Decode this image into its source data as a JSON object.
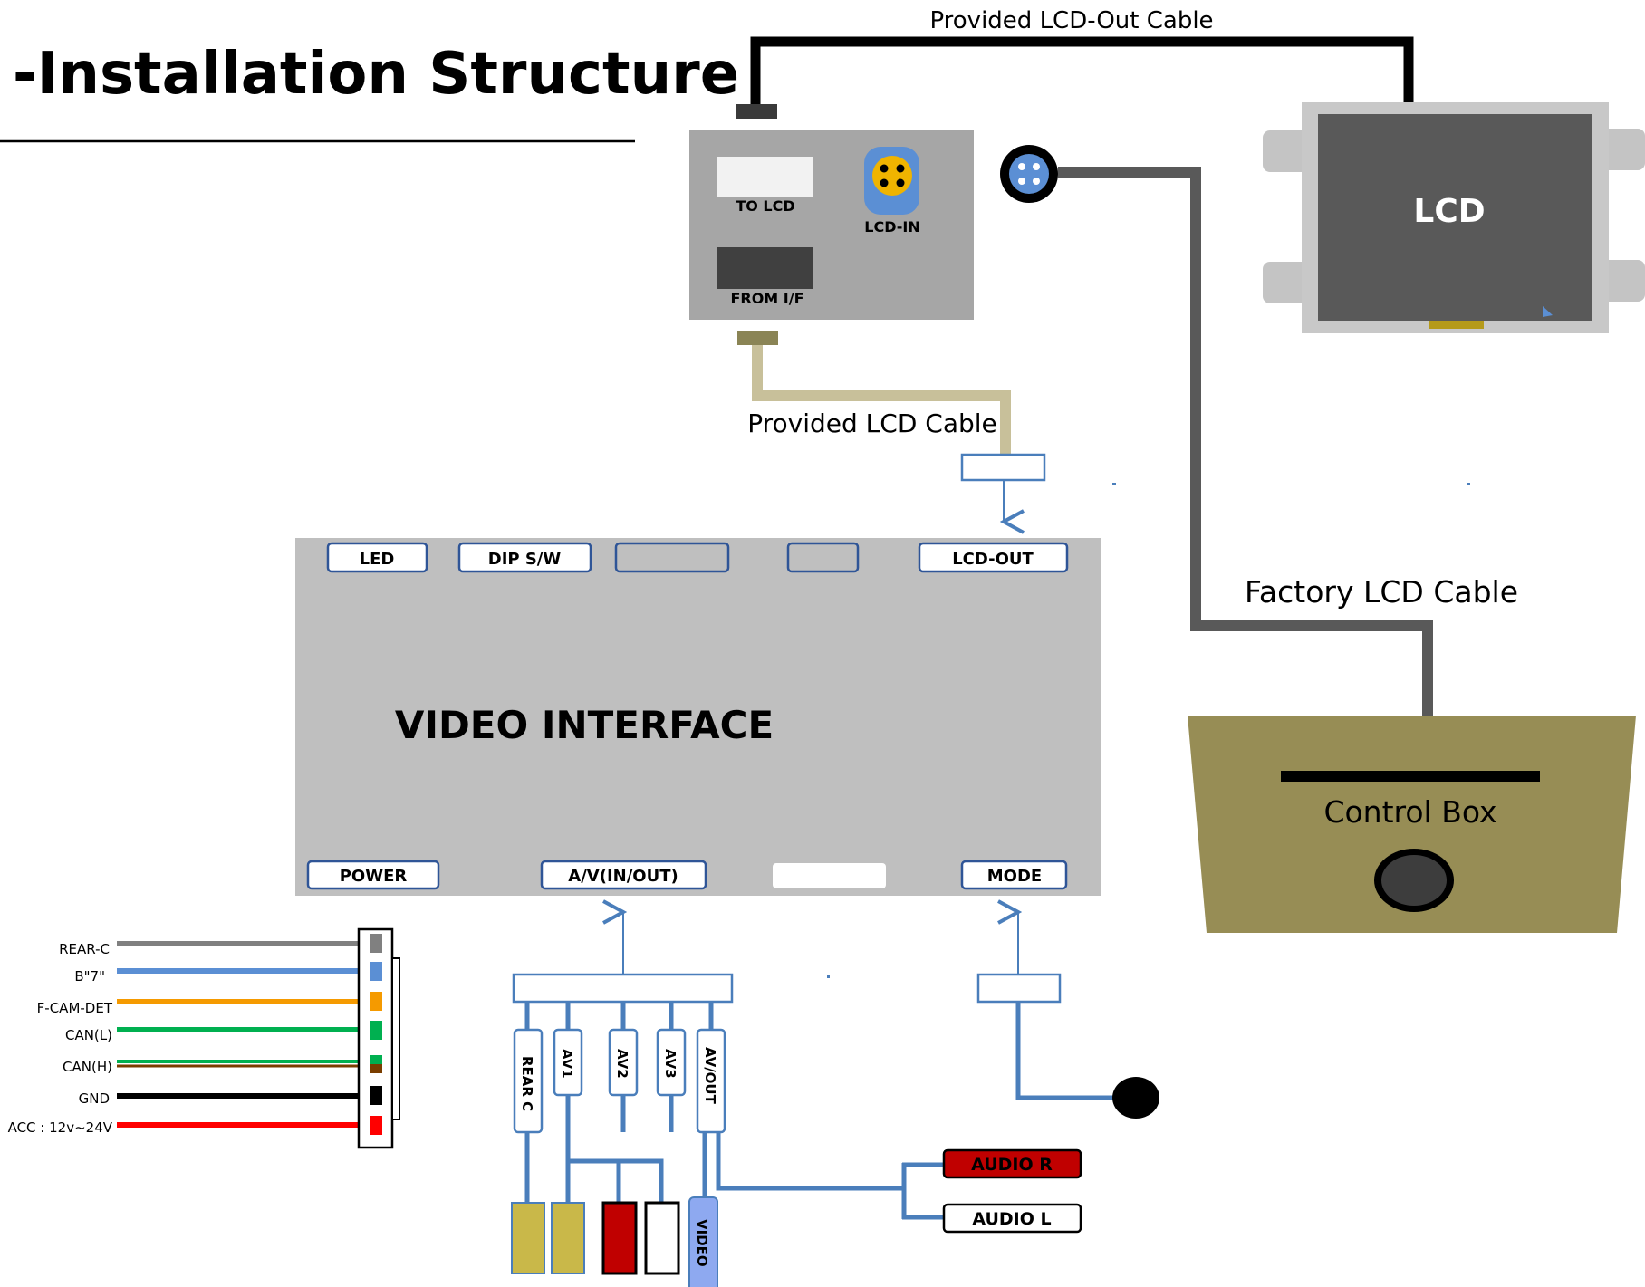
{
  "title": "-Installation Structure",
  "cables": {
    "lcd_out": "Provided LCD-Out Cable",
    "lcd_cable": "Provided LCD Cable",
    "factory": "Factory LCD Cable"
  },
  "small_box": {
    "to_lcd": "TO LCD",
    "lcd_in": "LCD-IN",
    "from_if": "FROM I/F"
  },
  "lcd": {
    "label": "LCD"
  },
  "control_box": {
    "label": "Control Box"
  },
  "video_interface": {
    "label": "VIDEO INTERFACE",
    "top_ports": [
      "LED",
      "DIP S/W",
      "",
      "",
      "LCD-OUT"
    ],
    "bottom_ports": [
      "POWER",
      "A/V(IN/OUT)",
      "",
      "MODE"
    ]
  },
  "power_wires": [
    {
      "label": "REAR-C",
      "color": "#808080"
    },
    {
      "label": "B\"7\"",
      "color": "#5b8fd4"
    },
    {
      "label": "F-CAM-DET",
      "color": "#f59a00"
    },
    {
      "label": "CAN(L)",
      "color": "#00b050"
    },
    {
      "label": "CAN(H)",
      "color": "#00b050"
    },
    {
      "label": "GND",
      "color": "#000000"
    },
    {
      "label": "ACC : 12v~24V",
      "color": "#ff0000"
    }
  ],
  "av_labels": [
    "REAR C",
    "AV1",
    "AV2",
    "AV3",
    "AV/OUT"
  ],
  "video_label": "VIDEO",
  "audio": {
    "right": "AUDIO R",
    "left": "AUDIO L"
  }
}
